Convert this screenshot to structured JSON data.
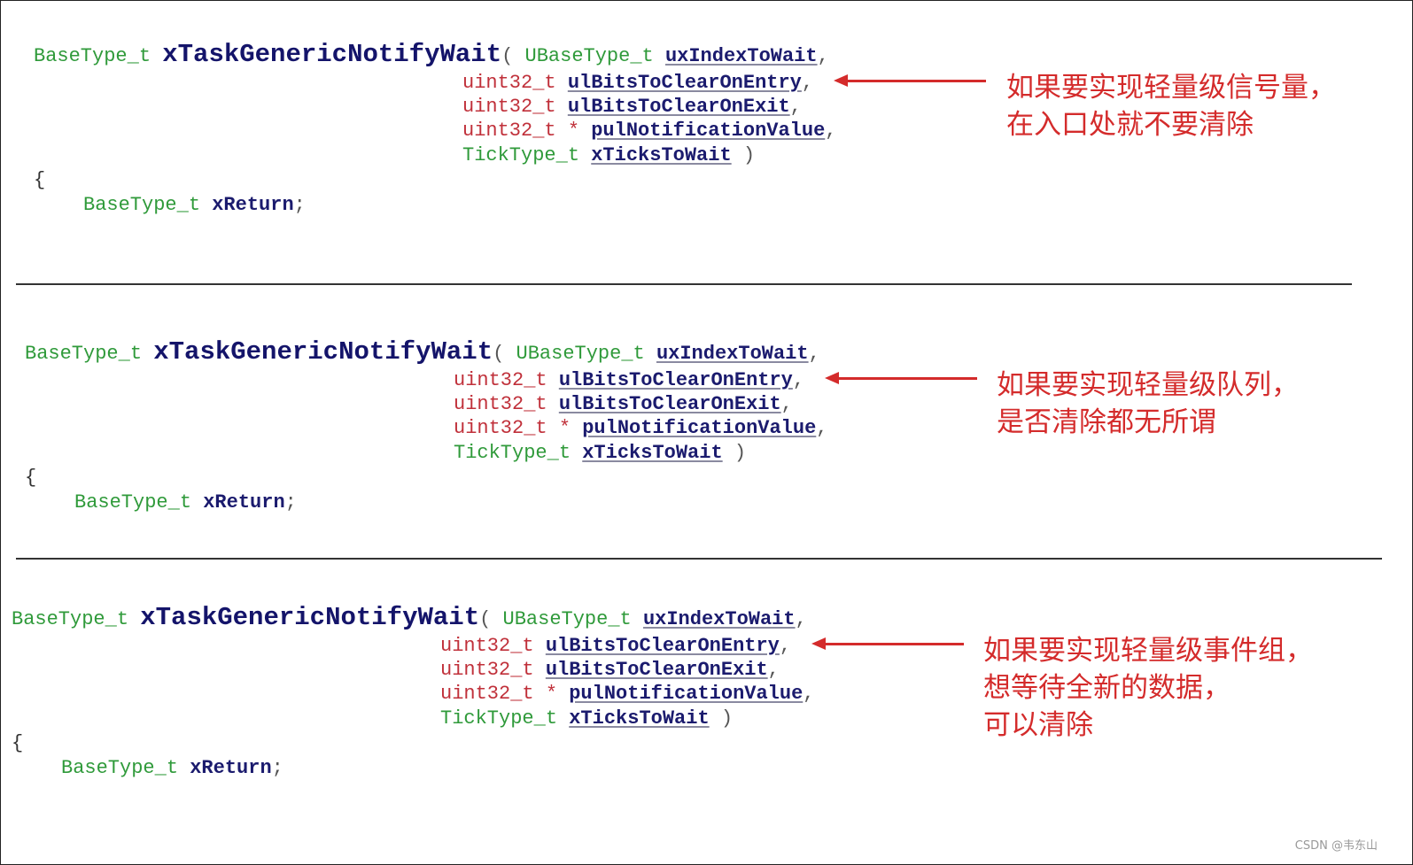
{
  "code": {
    "return_type": "BaseType_t",
    "function_name": "xTaskGenericNotifyWait",
    "open_paren": "(",
    "params": [
      {
        "type": "UBaseType_t",
        "name": "uxIndexToWait",
        "suffix": ","
      },
      {
        "type": "uint32_t",
        "name": "ulBitsToClearOnEntry",
        "suffix": ","
      },
      {
        "type": "uint32_t",
        "name": "ulBitsToClearOnExit",
        "suffix": ","
      },
      {
        "type": "uint32_t *",
        "name": "pulNotificationValue",
        "suffix": ","
      },
      {
        "type": "TickType_t",
        "name": "xTicksToWait",
        "suffix": " )"
      }
    ],
    "open_brace": "{",
    "local_type": "BaseType_t",
    "local_name": "xReturn",
    "local_suffix": ";"
  },
  "annotations": [
    {
      "lines": "如果要实现轻量级信号量，\n在入口处就不要清除"
    },
    {
      "lines": "如果要实现轻量级队列，\n是否清除都无所谓"
    },
    {
      "lines": "如果要实现轻量级事件组，\n想等待全新的数据，\n可以清除"
    }
  ],
  "watermark": "CSDN @韦东山",
  "colors": {
    "type_green": "#2f9a3a",
    "type_red": "#c0303a",
    "identifier": "#1b1b6e",
    "annotation": "#d42b2b"
  }
}
